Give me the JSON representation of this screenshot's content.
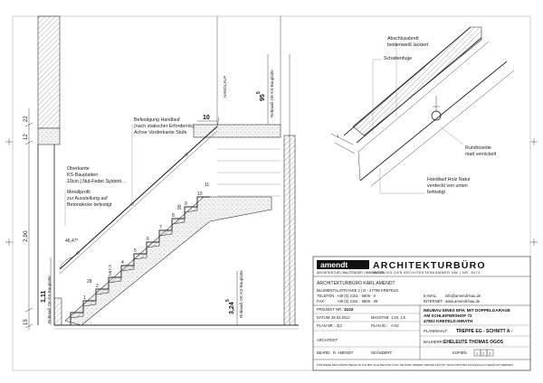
{
  "drawing": {
    "dims_left": {
      "top": "22",
      "mid": "12",
      "level": "2,90",
      "bottom": "15",
      "rough_height": "1,11",
      "rough_label": "Rohmaß OK KS-Bauplatte"
    },
    "dims_right": {
      "upper_value": "95",
      "upper_sup": "5",
      "upper_label": "Rohmaß OK KS-Bauplatte",
      "lower_value": "3,24",
      "lower_sup": "5",
      "lower_label": "Rohmaß OK KS-Bauplatte",
      "handlauf": "HANDLAUF",
      "ten": "10"
    },
    "notes": {
      "handrail_mount": [
        "Befestigung Handlauf",
        "(nach statischer Erfordernis)",
        "Achse Vorderkante Stufe"
      ],
      "ks_top": [
        "Oberkante",
        "KS-Bauplatten",
        "10cm | Nut-Feder System"
      ],
      "metal_profile": [
        "Metallprofil",
        "zur Ausstellung auf",
        "Betondecke befestigt"
      ],
      "angle": "46,47°",
      "ninety": "90",
      "step_28": "28",
      "step_17": "17,3"
    },
    "step_numbers": [
      "1",
      "2",
      "3",
      "4",
      "5",
      "6",
      "7",
      "8",
      "9",
      "10",
      "11"
    ],
    "detail": {
      "abschluss": [
        "Abschlussbrett",
        "beidenweiß lackiert"
      ],
      "schatten": "Schattenfuge",
      "rosette": [
        "Rundrosette",
        "matt vernickelt"
      ],
      "handlauf_holz": [
        "Handlauf Holz Natur",
        "verdeckt von unten",
        "befestigt"
      ]
    }
  },
  "titleblock": {
    "logo": "amendt",
    "office": "ARCHITEKTURBÜRO",
    "membership": "MITGLIED DER ARCHITEKTENKAMMER NW | NR. 8473",
    "tagline": "ARCHITEKTUR | BAUTRÄGER | IMMOBILIEN",
    "office_name": "ARCHITEKTURBÜRO KARL AMENDT",
    "address": "BLUMENTALSTRASSE 2 | D - 47798 KREFELD",
    "phone_label": "TELEFON :",
    "phone": "+49 (0) 2151 - 5806 - 0",
    "fax_label": "FAX :",
    "fax": "+49 (0) 2151 - 5806 - 36",
    "email_label": "E-MAIL:",
    "email": "info@amendt-bau.de",
    "web_label": "INTERNET:",
    "web": "www.amendt-bau.de",
    "project_label": "PROJEKT NR.:",
    "project_no": "1102",
    "date_label": "DATUM:",
    "date": "28.02.2012",
    "scale_label": "MASSTAB:",
    "scale": "1:20, 1:5",
    "plan_label": "PLAN NR.:",
    "plan_no": "2|3",
    "plan_id_label": "PLAN ID.:",
    "plan_id": "A-02",
    "architect_label": "ARCHITEKT",
    "edited_label": "BEARB.:",
    "edited": "R. AMENDT",
    "changed_label": "GEÄNDERT:",
    "project_title": [
      "NEUBAU EINES EFH. MIT DOPPELGARAGE",
      "AM SCHLEIFERSHOF 72",
      "47802 KREFELD-INRATH"
    ],
    "plan_content_label": "PLANINHALT:",
    "plan_content": "TREPPE EG - SCHNITT A -",
    "client_label": "BAUHERR:",
    "client": "EHELEUTE THOMAS OGOS",
    "copies_label": "KOPIEN:",
    "copies": [
      "1",
      "2",
      "3"
    ],
    "footer": "FÜR DIESE ZEICHNUNG BEHALTE ICH MIR ALLE RECHTE VOR. SIE DARF WEDER VERVIELFÄLTIGT NOCH DRITTEN ZUGÄNGLICH GEMACHT WERDEN."
  }
}
